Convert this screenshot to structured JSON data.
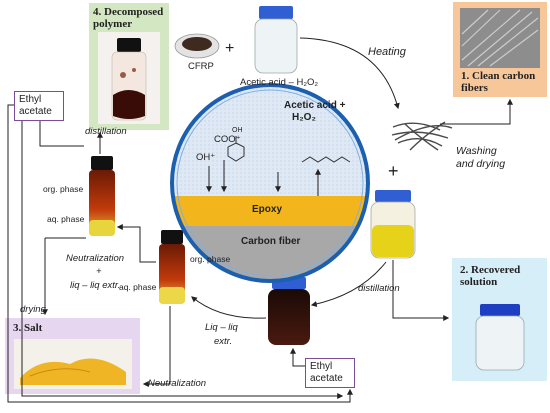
{
  "boxes": {
    "decomposed_polymer": "4. Decomposed polymer",
    "clean_fibers": "1. Clean carbon fibers",
    "recovered_solution": "2. Recovered solution",
    "salt": "3. Salt"
  },
  "ethyl_acetate_top": "Ethyl acetate",
  "ethyl_acetate_bottom": "Ethyl acetate",
  "labels": {
    "cfrp": "CFRP",
    "acetic_h2o2": "Acetic acid – H₂O₂",
    "heating": "Heating",
    "washing": "Washing",
    "and_drying": "and drying",
    "distillation_top": "distillation",
    "distillation_right": "distillation",
    "org_phase_left": "org. phase",
    "aq_phase_left": "aq. phase",
    "org_phase_mid": "org. phase",
    "aq_phase_mid": "aq. phase",
    "neutralization_lle_1": "Neutralization",
    "neutralization_lle_2": "+",
    "neutralization_lle_3": "liq – liq extr.",
    "drying": "drying",
    "liq_liq_1": "Liq – liq",
    "liq_liq_2": "extr.",
    "neutralization_bottom": "Neutralization",
    "plus_top": "+",
    "plus_right": "+"
  },
  "circle": {
    "acetic_line1": "Acetic acid +",
    "acetic_line2": "H₂O₂",
    "coo": "COO⁺",
    "oh_minus": "OH⁺",
    "oh": "OH",
    "epoxy": "Epoxy",
    "carbon_fiber": "Carbon fiber"
  },
  "colors": {
    "green_box": "#d3e8c2",
    "orange_box": "#f7c79a",
    "blue_box": "#d6eef7",
    "purple_border": "#7a4d9a",
    "epoxy": "#f2b51c",
    "circle_ring": "#1c5fae"
  }
}
